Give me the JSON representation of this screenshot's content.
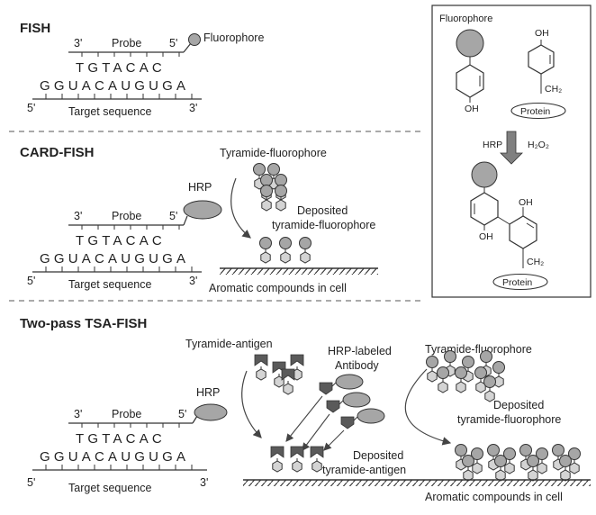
{
  "panels": {
    "fish": {
      "title": "FISH",
      "probe_label": "Probe",
      "probe_3": "3'",
      "probe_5": "5'",
      "probe_seq": "TGTACAC",
      "target_seq": "GGUACAUGUGA",
      "target_5": "5'",
      "target_3": "3'",
      "target_label": "Target sequence",
      "fluorophore_label": "Fluorophore"
    },
    "card_fish": {
      "title": "CARD-FISH",
      "probe_label": "Probe",
      "probe_3": "3'",
      "probe_5": "5'",
      "probe_seq": "TGTACAC",
      "target_seq": "GGUACAUGUGA",
      "target_5": "5'",
      "target_3": "3'",
      "target_label": "Target sequence",
      "hrp_label": "HRP",
      "tyramide_label": "Tyramide-fluorophore",
      "deposited_label_1": "Deposited",
      "deposited_label_2": "tyramide-fluorophore",
      "aromatic_label": "Aromatic compounds in cell"
    },
    "tsa_fish": {
      "title": "Two-pass TSA-FISH",
      "probe_label": "Probe",
      "probe_3": "3'",
      "probe_5": "5'",
      "probe_seq": "TGTACAC",
      "target_seq": "GGUACAUGUGA",
      "target_5": "5'",
      "target_3": "3'",
      "target_label": "Target sequence",
      "hrp_label": "HRP",
      "tyramide_antigen_label": "Tyramide-antigen",
      "hrp_antibody_label_1": "HRP-labeled",
      "hrp_antibody_label_2": "Antibody",
      "deposited_antigen_label_1": "Deposited",
      "deposited_antigen_label_2": "tyramide-antigen",
      "tyramide_fluor_label": "Tyramide-fluorophore",
      "deposited_fluor_label_1": "Deposited",
      "deposited_fluor_label_2": "tyramide-fluorophore",
      "aromatic_label": "Aromatic compounds in cell"
    },
    "chem": {
      "fluorophore_label": "Fluorophore",
      "oh_top_left": "OH",
      "oh_top_right": "OH",
      "ch2_top": "CH₂",
      "protein_top": "Protein",
      "hrp": "HRP",
      "h2o2": "H₂O₂",
      "oh_right": "OH",
      "oh_left": "OH",
      "ch2_bottom": "CH₂",
      "protein_bottom": "Protein"
    }
  },
  "colors": {
    "circle_fill": "#a6a6a6",
    "hexagon_fill": "#d4d4d4",
    "antigen_fill": "#5a5a5a",
    "line": "#333333",
    "dashed": "#777777"
  },
  "icons": {
    "fluorophore": "grey-circle",
    "tyramide": "hexagon",
    "hrp": "grey-ellipse",
    "antigen": "dark-notched-block",
    "antibody": "dark-pentagon-arrow",
    "surface": "hatched-line"
  }
}
